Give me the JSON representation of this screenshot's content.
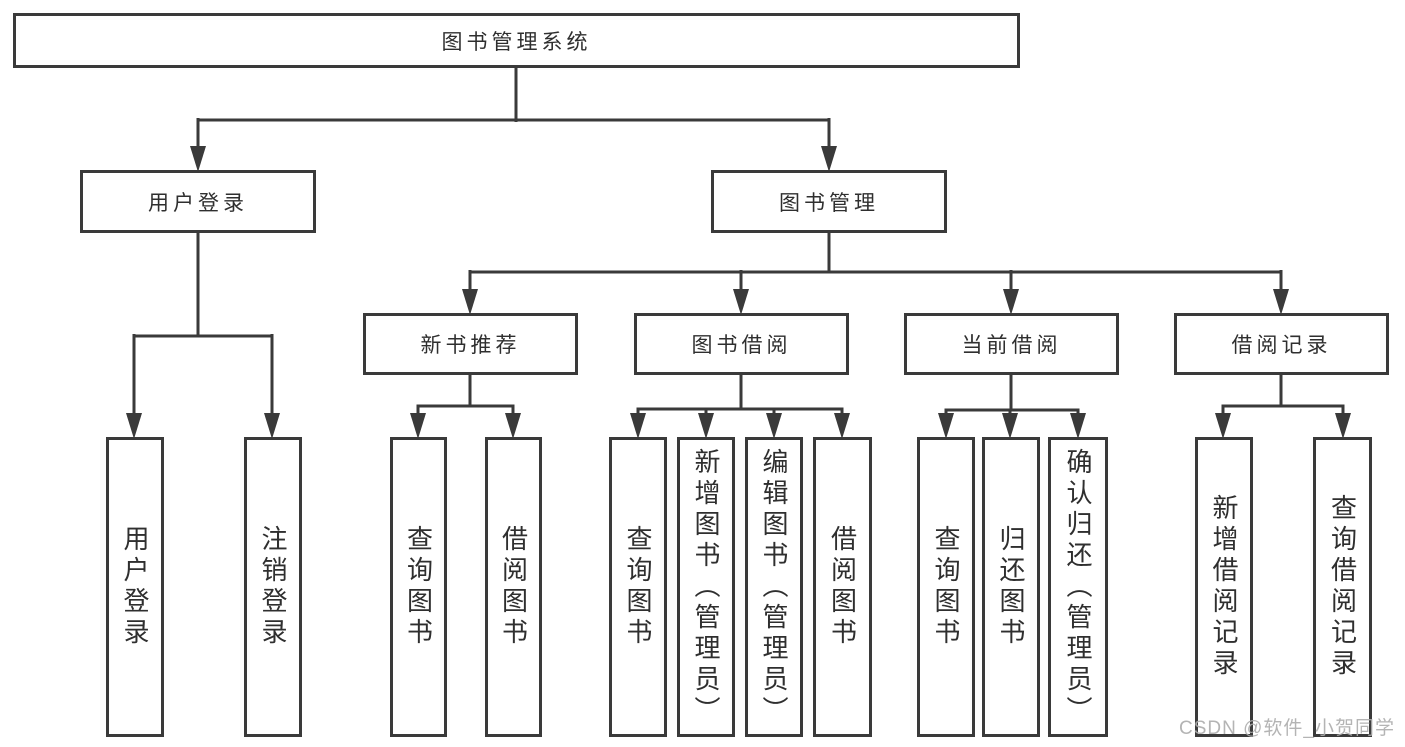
{
  "tree": {
    "label": "图书管理系统",
    "children": [
      {
        "label": "用户登录",
        "children": [
          {
            "label": "用户登录"
          },
          {
            "label": "注销登录"
          }
        ]
      },
      {
        "label": "图书管理",
        "children": [
          {
            "label": "新书推荐",
            "children": [
              {
                "label": "查询图书"
              },
              {
                "label": "借阅图书"
              }
            ]
          },
          {
            "label": "图书借阅",
            "children": [
              {
                "label": "查询图书"
              },
              {
                "label": "新增图书（管理员）"
              },
              {
                "label": "编辑图书（管理员）"
              },
              {
                "label": "借阅图书"
              }
            ]
          },
          {
            "label": "当前借阅",
            "children": [
              {
                "label": "查询图书"
              },
              {
                "label": "归还图书"
              },
              {
                "label": "确认归还（管理员）"
              }
            ]
          },
          {
            "label": "借阅记录",
            "children": [
              {
                "label": "新增借阅记录"
              },
              {
                "label": "查询借阅记录"
              }
            ]
          }
        ]
      }
    ]
  },
  "watermark": "CSDN @软件_小贺同学",
  "colors": {
    "line": "#3a3a3a",
    "box_border": "#3a3a3a",
    "box_background": "#ffffff",
    "text": "#2f2f2f",
    "watermark_text": "#acacac",
    "page_background": "#ffffff"
  }
}
